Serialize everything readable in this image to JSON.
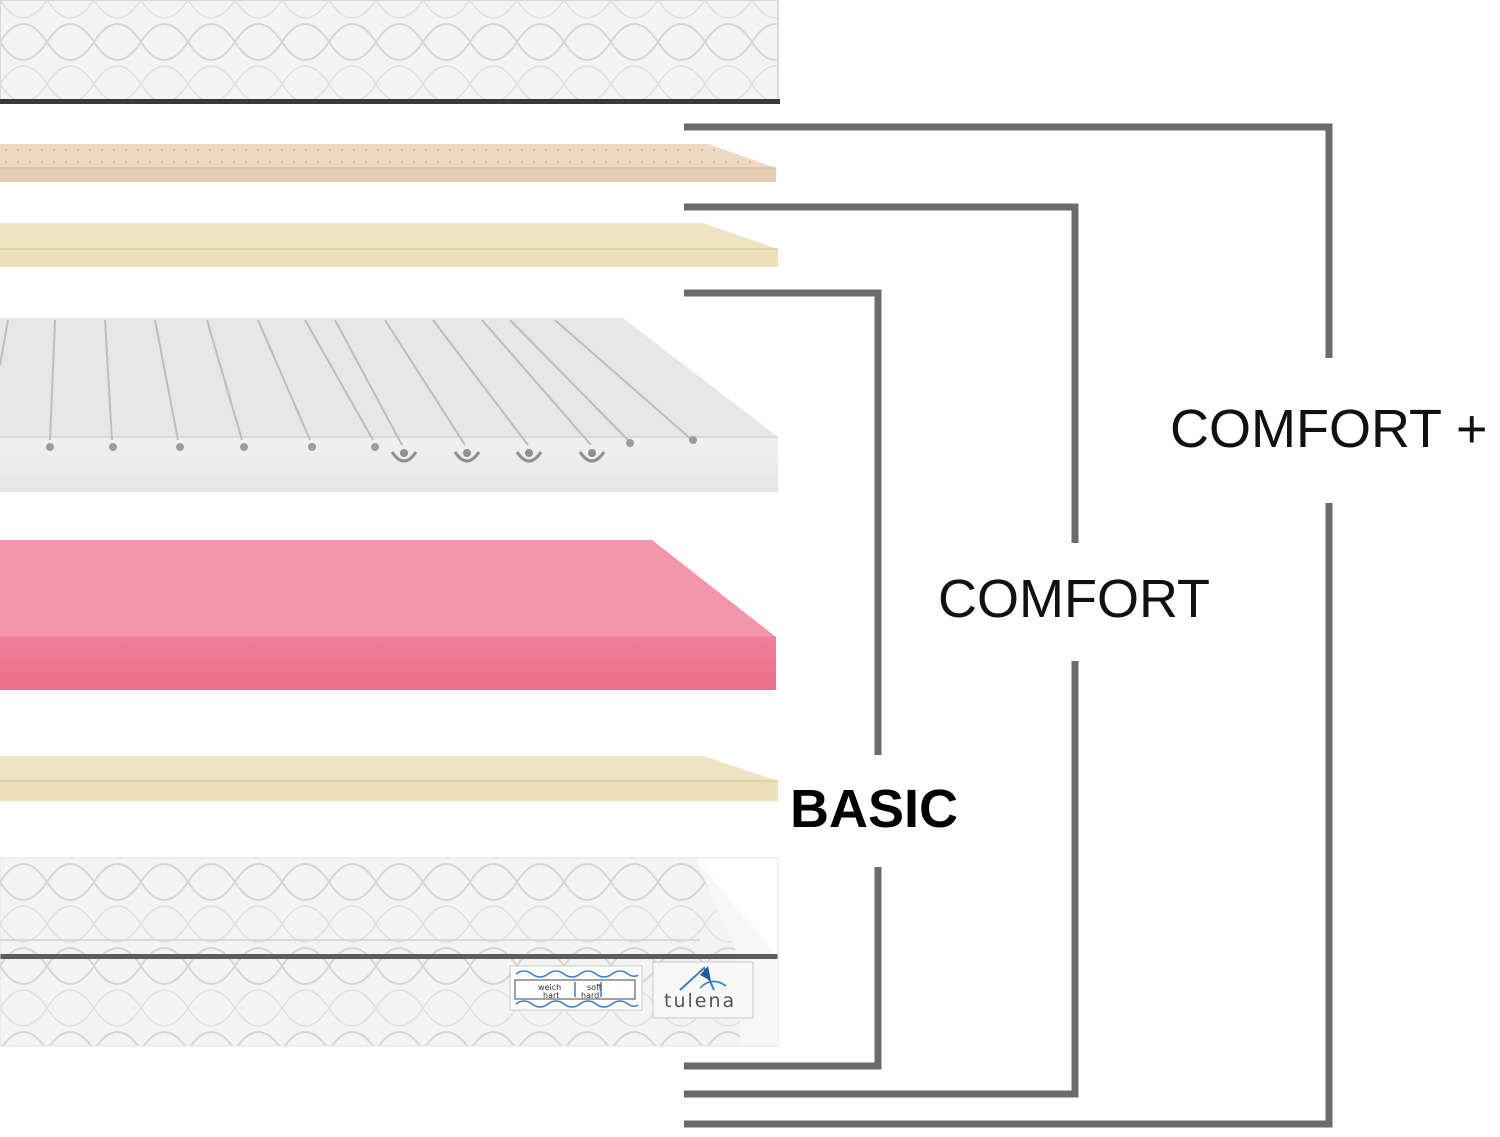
{
  "labels": {
    "comfort_plus": "COMFORT +",
    "comfort": "COMFORT",
    "basic": "BASIC"
  },
  "tags": {
    "firmness": {
      "row1_left": "weich",
      "row1_right": "soft",
      "row2_left": "hart",
      "row2_right": "hard"
    },
    "brand": "tulena"
  },
  "layers": [
    {
      "name": "top-quilted-cover",
      "color": "#f2f2f2"
    },
    {
      "name": "latex-layer",
      "color": "#eed9c4"
    },
    {
      "name": "upper-foam-layer",
      "color": "#eee2c0"
    },
    {
      "name": "cut-cold-foam-core",
      "color": "#e9e9e9"
    },
    {
      "name": "pink-foam-core",
      "color": "#f094a6"
    },
    {
      "name": "lower-foam-layer",
      "color": "#eee2c0"
    },
    {
      "name": "bottom-quilted-cover",
      "color": "#f3f3f3"
    }
  ],
  "colors": {
    "bracket": "#6b6b6b",
    "label_text": "#111111"
  }
}
